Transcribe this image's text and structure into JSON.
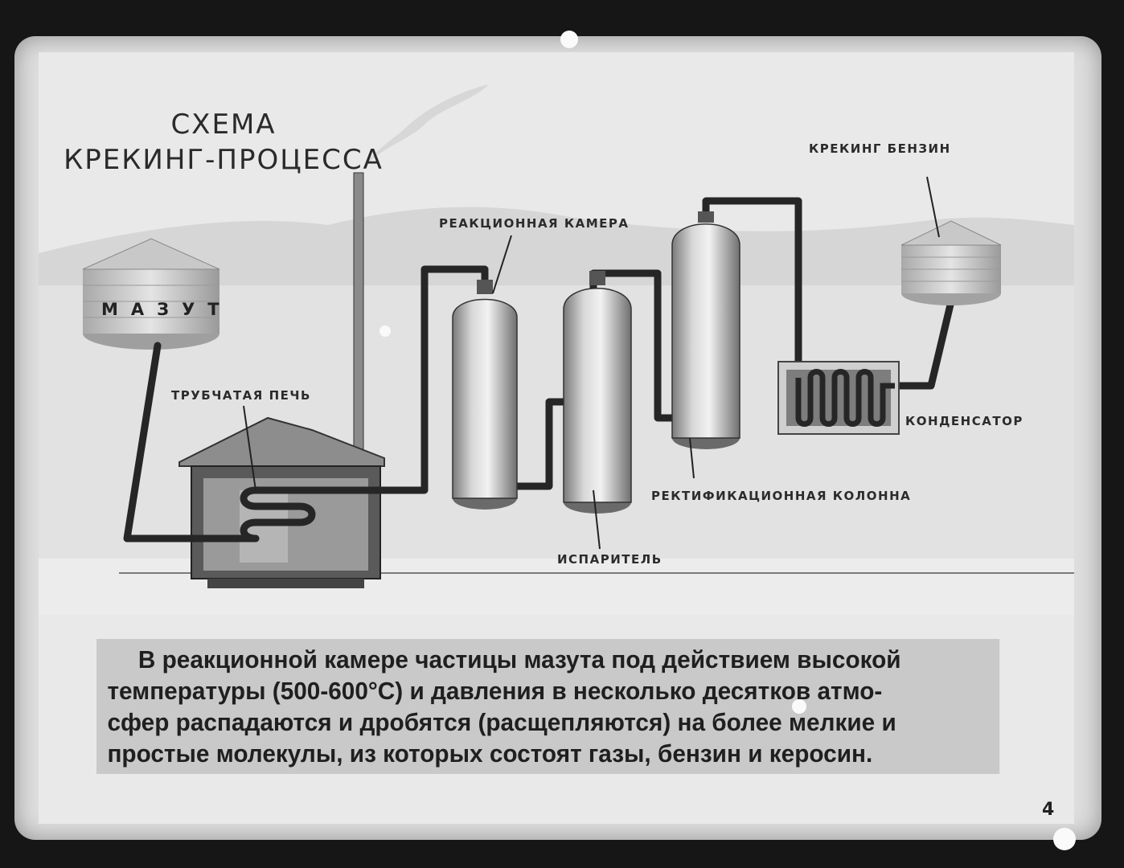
{
  "title": {
    "line1": "СХЕМА",
    "line2": "КРЕКИНГ-ПРОЦЕССА"
  },
  "labels": {
    "mazut": "МАЗУТ",
    "tube_furnace": "ТРУБЧАТАЯ ПЕЧЬ",
    "reaction_chamber": "РЕАКЦИОННАЯ КАМЕРА",
    "evaporator": "ИСПАРИТЕЛЬ",
    "rectification_column": "РЕКТИФИКАЦИОННАЯ КОЛОННА",
    "condenser": "КОНДЕНСАТОР",
    "cracking_gasoline": "КРЕКИНГ БЕНЗИН"
  },
  "caption": {
    "line1": "В реакционной камере частицы мазута под действием высокой",
    "line2": "температуры (500-600°С) и давления в несколько десятков атмо-",
    "line3": "сфер распадаются и дробятся (расщепляются) на более мелкие и",
    "line4": "простые молекулы, из которых состоят газы, бензин и керосин."
  },
  "page_number": "4",
  "colors": {
    "background": "#161616",
    "plate": "#e9e9e9",
    "pipe": "#262626",
    "caption_band": "#c9c9c9"
  }
}
